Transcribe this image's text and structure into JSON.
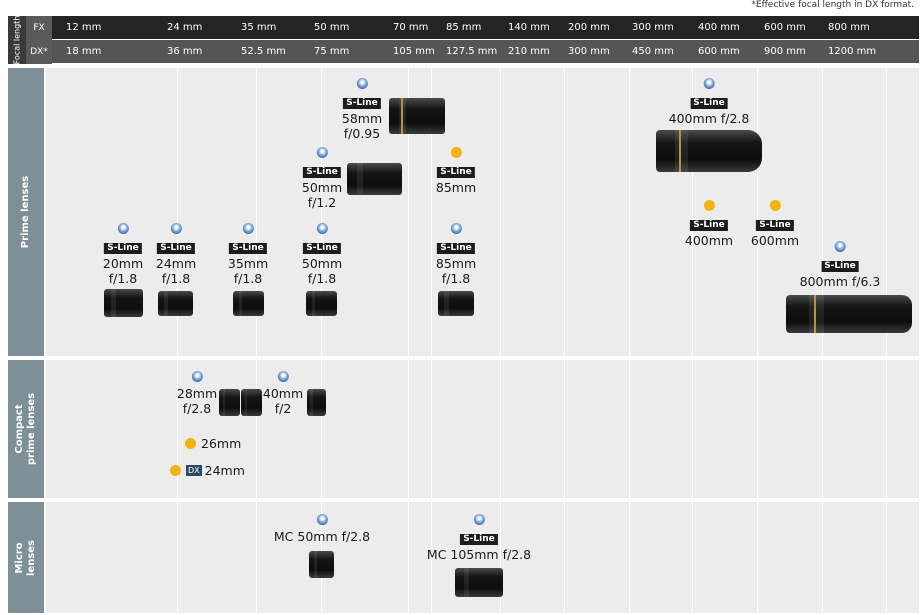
{
  "note": "*Effective focal length in DX format.",
  "header": {
    "side_label": "Focal length",
    "fx_label": "FX",
    "dx_label": "DX*",
    "fx_values": [
      "12 mm",
      "24 mm",
      "35 mm",
      "50 mm",
      "70 mm",
      "85 mm",
      "140 mm",
      "200 mm",
      "300 mm",
      "400 mm",
      "600 mm",
      "800 mm"
    ],
    "dx_values": [
      "18 mm",
      "36 mm",
      "52.5 mm",
      "75 mm",
      "105 mm",
      "127.5 mm",
      "210 mm",
      "300 mm",
      "450 mm",
      "600 mm",
      "900 mm",
      "1200 mm"
    ]
  },
  "sections": {
    "prime": "Prime lenses",
    "compact": "Compact\nprime lenses",
    "micro": "Micro\nlenses"
  },
  "badge": "S-Line",
  "dx_badge": "DX",
  "lenses": {
    "p58": "58mm\nf/0.95",
    "p50_12": "50mm\nf/1.2",
    "p85": "85mm",
    "p400_28": "400mm f/2.8",
    "p400": "400mm",
    "p600": "600mm",
    "p20": "20mm\nf/1.8",
    "p24": "24mm\nf/1.8",
    "p35": "35mm\nf/1.8",
    "p50_18": "50mm\nf/1.8",
    "p85_18": "85mm\nf/1.8",
    "p800": "800mm f/6.3",
    "c28": "28mm\nf/2.8",
    "c40": "40mm\nf/2",
    "c26": "26mm",
    "c24": "24mm",
    "m50": "MC 50mm f/2.8",
    "m105": "MC 105mm f/2.8"
  },
  "colors": {
    "sline": "#1c1c1c",
    "future": "#f1b511",
    "band": "#ececec",
    "section": "#7f8f97"
  }
}
